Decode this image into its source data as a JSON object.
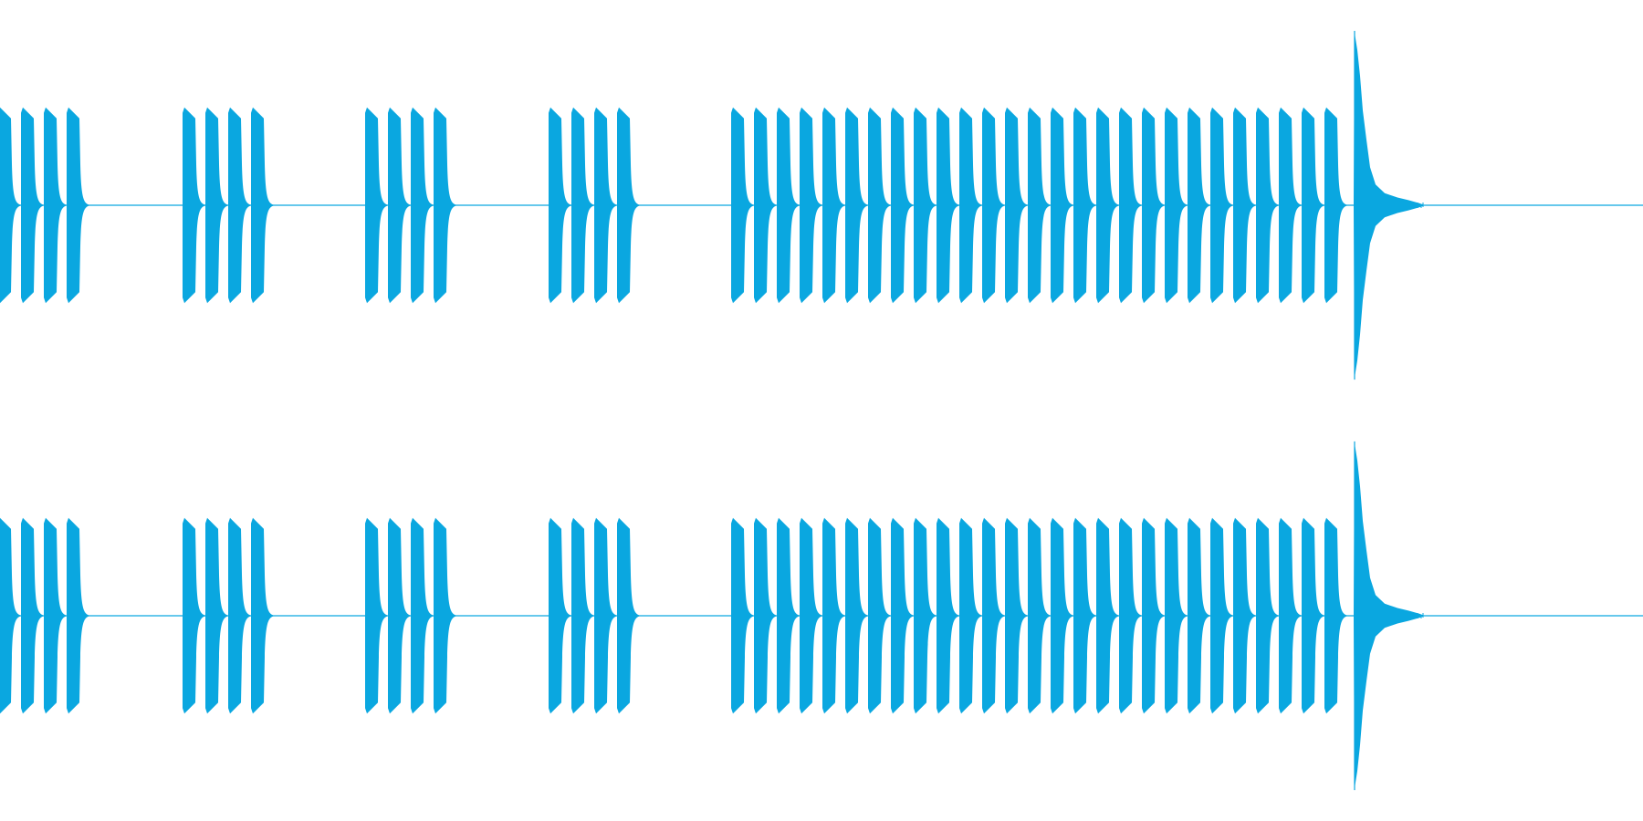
{
  "waveform": {
    "color": "#0aa7e0",
    "background": "#ffffff",
    "channels": [
      "left",
      "right"
    ],
    "peak_level": 0.55,
    "burst_level": 0.97,
    "tail_level": 0.05,
    "pattern": {
      "pulse_groups": [
        4,
        4,
        4,
        4,
        27
      ],
      "final_event": "decaying-burst",
      "trailing": "silence"
    }
  }
}
